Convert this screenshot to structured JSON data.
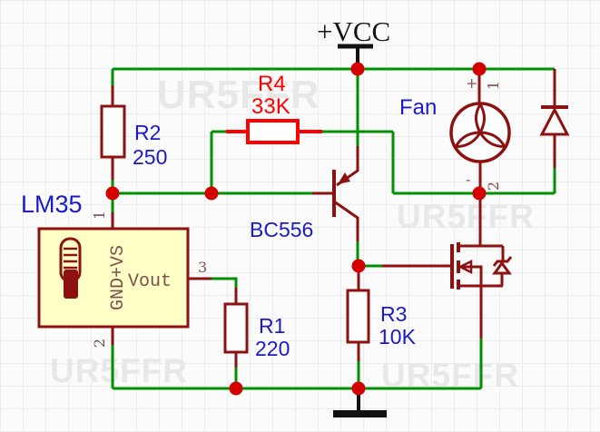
{
  "power": {
    "vcc_label": "+VCC"
  },
  "watermark": {
    "text": "UR5FFR"
  },
  "components": {
    "r1": {
      "designator": "R1",
      "value": "220"
    },
    "r2": {
      "designator": "R2",
      "value": "250"
    },
    "r3": {
      "designator": "R3",
      "value": "10K"
    },
    "r4": {
      "designator": "R4",
      "value": "33K"
    },
    "q1": {
      "designator": "BC556"
    },
    "lm35": {
      "designator": "LM35",
      "pin_name_vertical": "GND+VS",
      "pin_name_output": "Vout",
      "pin_vs": "1",
      "pin_gnd": "2",
      "pin_vout": "3"
    },
    "fan": {
      "designator": "Fan",
      "pin_plus": "+",
      "pin_minus": "-",
      "pin_1": "1",
      "pin_2": "2"
    }
  },
  "colors": {
    "wire": "#009100",
    "component": "#8E1111",
    "highlight": "#FF0000",
    "junction": "#D40000",
    "label": "#1A1AC8",
    "pin_text": "#7D5050",
    "power_text": "#151515",
    "power_symbol": "#111111",
    "body_fill": "#FFFFC6",
    "watermark": "#E8E8E8"
  }
}
